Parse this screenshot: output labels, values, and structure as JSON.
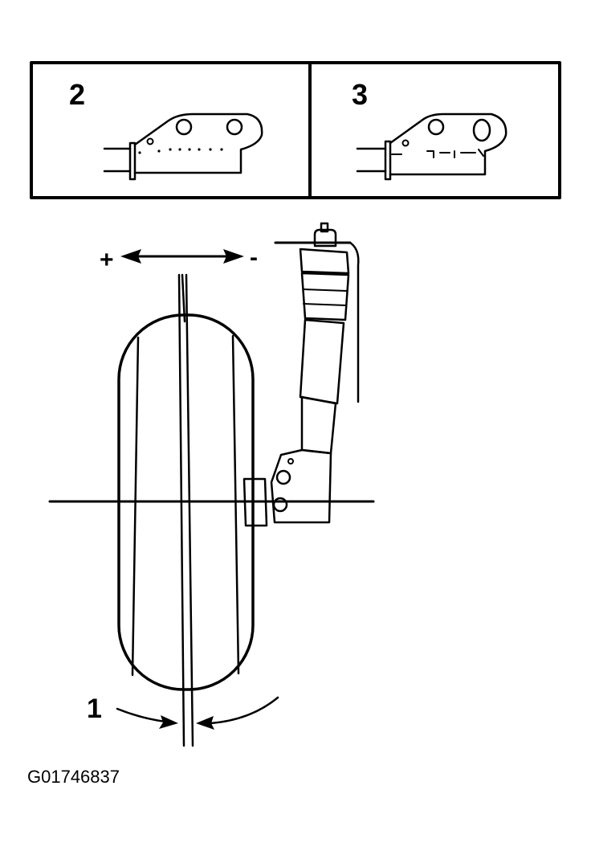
{
  "labels": {
    "camber_angle": "1",
    "detail_left": "2",
    "detail_right": "3",
    "plus_sign": "+",
    "minus_sign": "-"
  },
  "figure_code": "G01746837"
}
